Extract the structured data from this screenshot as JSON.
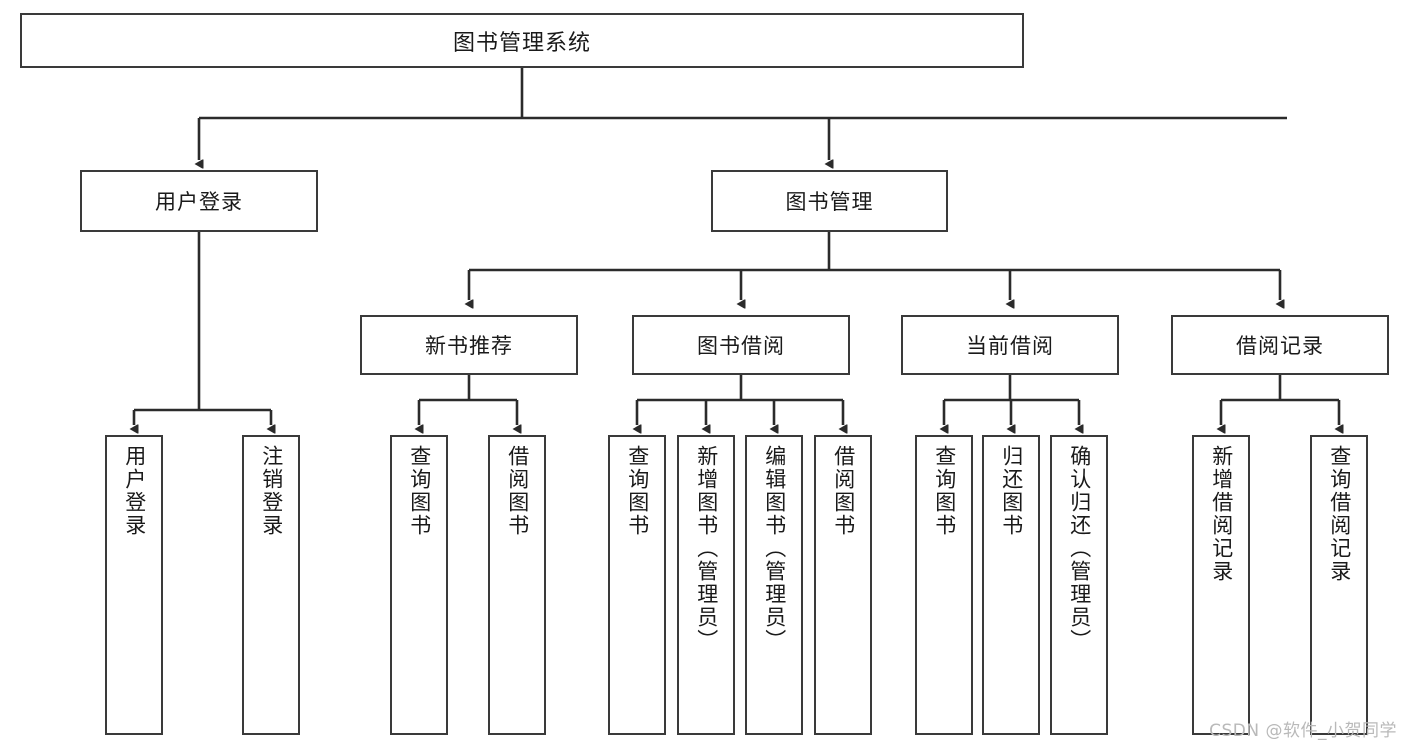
{
  "diagram": {
    "title": "图书管理系统",
    "type": "tree-hierarchy",
    "watermark": "CSDN @软件_小贺同学",
    "colors": {
      "box_border": "#3a3a3a",
      "box_fill": "#ffffff",
      "edge": "#2b2b2b",
      "text": "#1a1a1a",
      "watermark": "#b9b9b9",
      "background": "#ffffff"
    },
    "root": {
      "label": "图书管理系统"
    },
    "level2": [
      {
        "label": "用户登录"
      },
      {
        "label": "图书管理"
      }
    ],
    "level3": [
      {
        "label": "新书推荐"
      },
      {
        "label": "图书借阅"
      },
      {
        "label": "当前借阅"
      },
      {
        "label": "借阅记录"
      }
    ],
    "leaves": [
      {
        "label": "用户登录",
        "parent": "用户登录"
      },
      {
        "label": "注销登录",
        "parent": "用户登录"
      },
      {
        "label": "查询图书",
        "parent": "新书推荐"
      },
      {
        "label": "借阅图书",
        "parent": "新书推荐"
      },
      {
        "label": "查询图书",
        "parent": "图书借阅"
      },
      {
        "label": "新增图书（管理员）",
        "parent": "图书借阅"
      },
      {
        "label": "编辑图书（管理员）",
        "parent": "图书借阅"
      },
      {
        "label": "借阅图书",
        "parent": "图书借阅"
      },
      {
        "label": "查询图书",
        "parent": "当前借阅"
      },
      {
        "label": "归还图书",
        "parent": "当前借阅"
      },
      {
        "label": "确认归还（管理员）",
        "parent": "当前借阅"
      },
      {
        "label": "新增借阅记录",
        "parent": "借阅记录"
      },
      {
        "label": "查询借阅记录",
        "parent": "借阅记录"
      }
    ]
  }
}
